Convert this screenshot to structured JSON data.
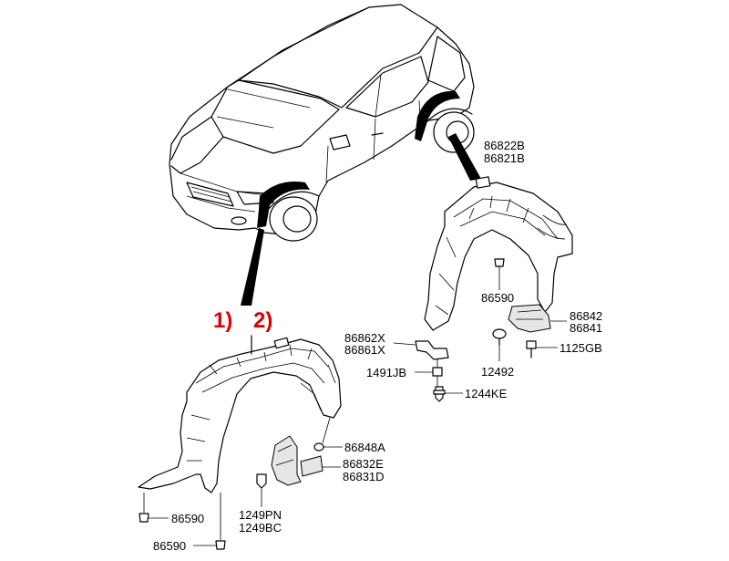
{
  "callouts": {
    "c1": "1)",
    "c2": "2)"
  },
  "labels": {
    "rear_liner_a": "86822B",
    "rear_liner_b": "86821B",
    "rear_clip": "86590",
    "mudflap_r_a": "86842",
    "mudflap_r_b": "86841",
    "bolt_r": "1125GB",
    "clip_r": "12492",
    "bracket_a": "86862X",
    "bracket_b": "86861X",
    "nut": "1491JB",
    "screw": "1244KE",
    "grommet": "86848A",
    "mudflap_f_a": "86832E",
    "mudflap_f_b": "86831D",
    "screw_f_a": "1249PN",
    "screw_f_b": "1249BC",
    "front_clip_1": "86590",
    "front_clip_2": "86590"
  },
  "colors": {
    "callout": "#dd0000",
    "line": "#000000",
    "background": "#ffffff"
  }
}
